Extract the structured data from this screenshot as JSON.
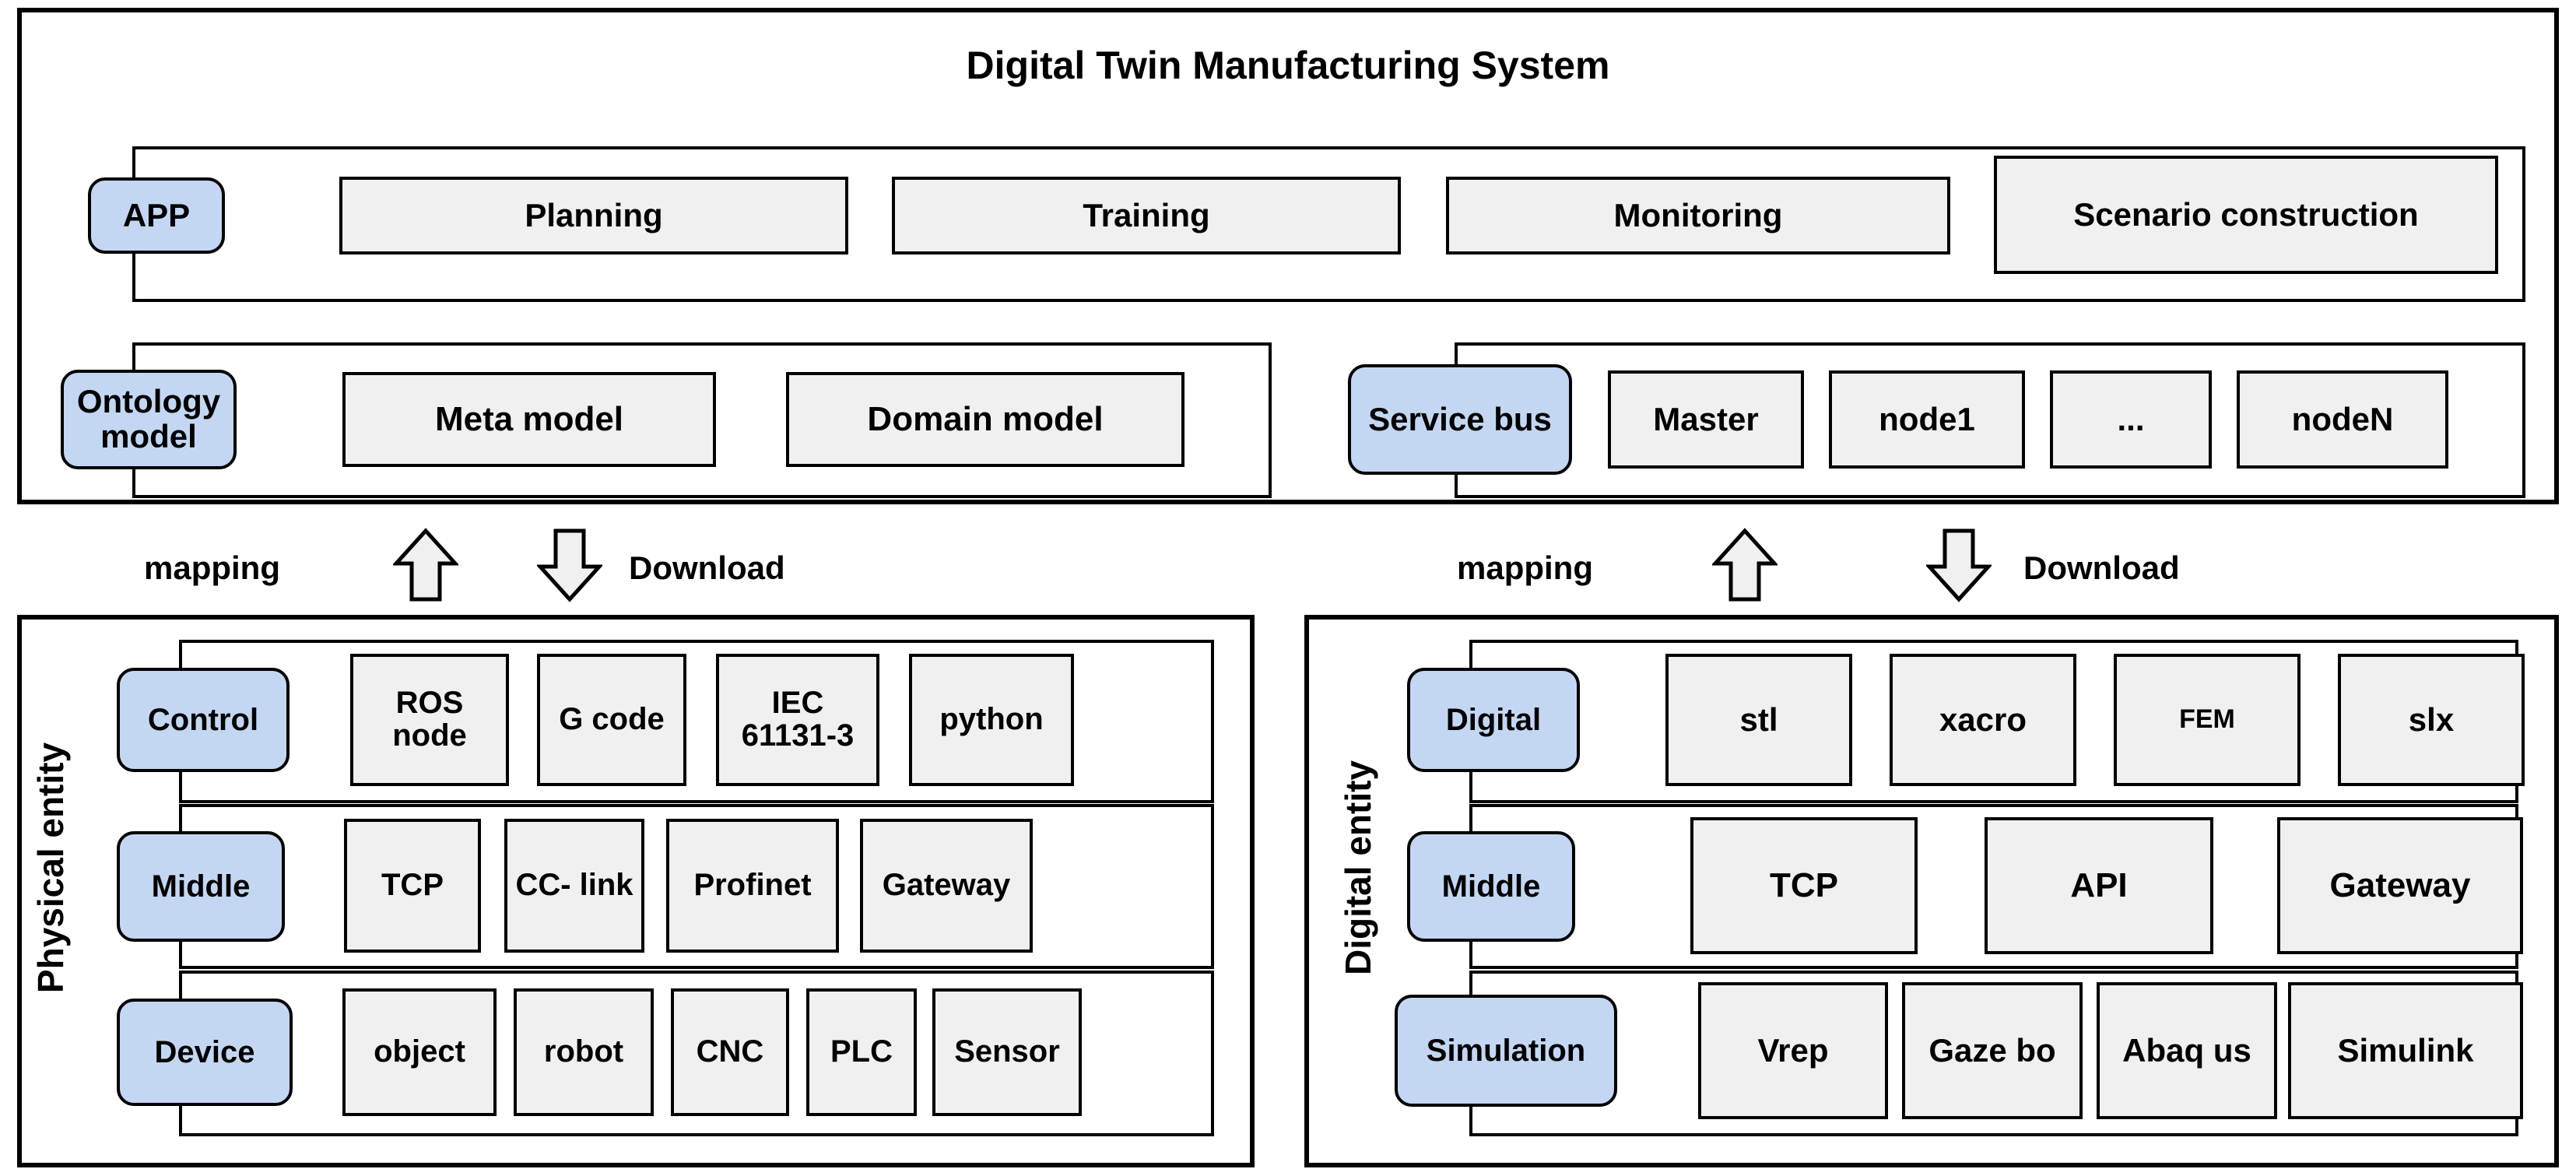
{
  "diagram": {
    "title": "Digital Twin Manufacturing System",
    "colors": {
      "tag_fill": "#c3d7f2",
      "node_fill": "#f0f0f0",
      "stroke": "#000000",
      "arrow_fill": "#f0f0f0",
      "background": "#ffffff"
    }
  },
  "system_panel": {
    "rows": [
      {
        "tag": "APP",
        "nodes": [
          "Planning",
          "Training",
          "Monitoring",
          "Scenario construction"
        ]
      },
      {
        "tag": "Ontology model",
        "nodes": [
          "Meta model",
          "Domain model"
        ]
      },
      {
        "tag": "Service bus",
        "nodes": [
          "Master",
          "node1",
          "...",
          "nodeN"
        ]
      }
    ]
  },
  "flows": {
    "left": {
      "up_label": "mapping",
      "up_icon": "up-arrow-icon",
      "down_label": "Download",
      "down_icon": "down-arrow-icon"
    },
    "right": {
      "up_label": "mapping",
      "up_icon": "up-arrow-icon",
      "down_label": "Download",
      "down_icon": "down-arrow-icon"
    }
  },
  "physical_entity": {
    "caption": "Physical entity",
    "rows": [
      {
        "tag": "Control",
        "nodes": [
          "ROS node",
          "G code",
          "IEC 61131-3",
          "python"
        ]
      },
      {
        "tag": "Middle",
        "nodes": [
          "TCP",
          "CC- link",
          "Profinet",
          "Gateway"
        ]
      },
      {
        "tag": "Device",
        "nodes": [
          "object",
          "robot",
          "CNC",
          "PLC",
          "Sensor"
        ]
      }
    ]
  },
  "digital_entity": {
    "caption": "Digital entity",
    "rows": [
      {
        "tag": "Digital",
        "nodes": [
          "stl",
          "xacro",
          "FEM",
          "slx"
        ]
      },
      {
        "tag": "Middle",
        "nodes": [
          "TCP",
          "API",
          "Gateway"
        ]
      },
      {
        "tag": "Simulation",
        "nodes": [
          "Vrep",
          "Gaze bo",
          "Abaq us",
          "Simulink"
        ]
      }
    ]
  }
}
